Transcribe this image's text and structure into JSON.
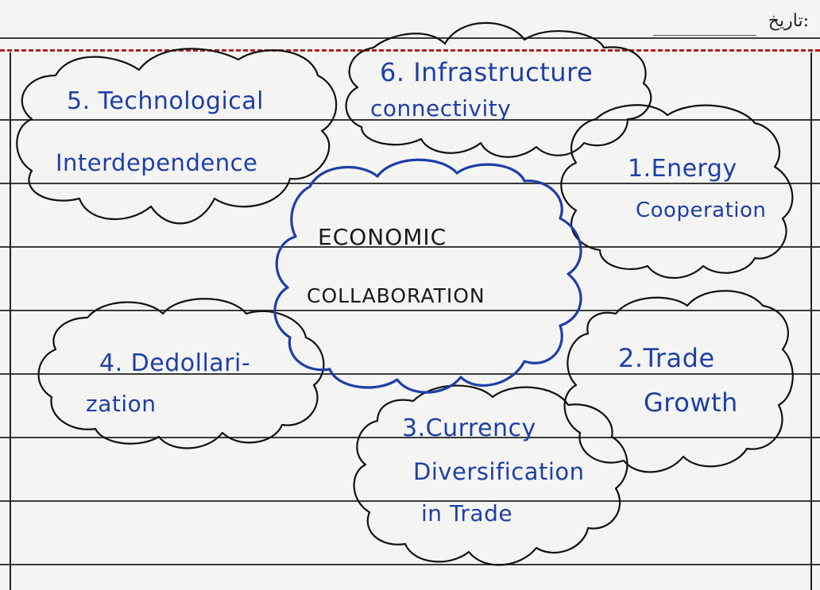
{
  "header": {
    "date_label": "تاریخ:"
  },
  "center": {
    "line1": "ECONOMIC",
    "line2": "COLLABORATION"
  },
  "nodes": {
    "n1": {
      "line1": "1.Energy",
      "line2": "Cooperation"
    },
    "n2": {
      "line1": "2.Trade",
      "line2": "Growth"
    },
    "n3": {
      "line1": "3.Currency",
      "line2": "Diversification",
      "line3": "in Trade"
    },
    "n4": {
      "line1": "4. Dedollari-",
      "line2": "zation"
    },
    "n5": {
      "line1": "5. Technological",
      "line2": "Interdependence"
    },
    "n6": {
      "line1": "6. Infrastructure",
      "line2": "connectivity"
    }
  },
  "colors": {
    "ink_blue": "#1f3fa6",
    "ink_black": "#1a1a1a",
    "margin_red": "#b02020"
  }
}
